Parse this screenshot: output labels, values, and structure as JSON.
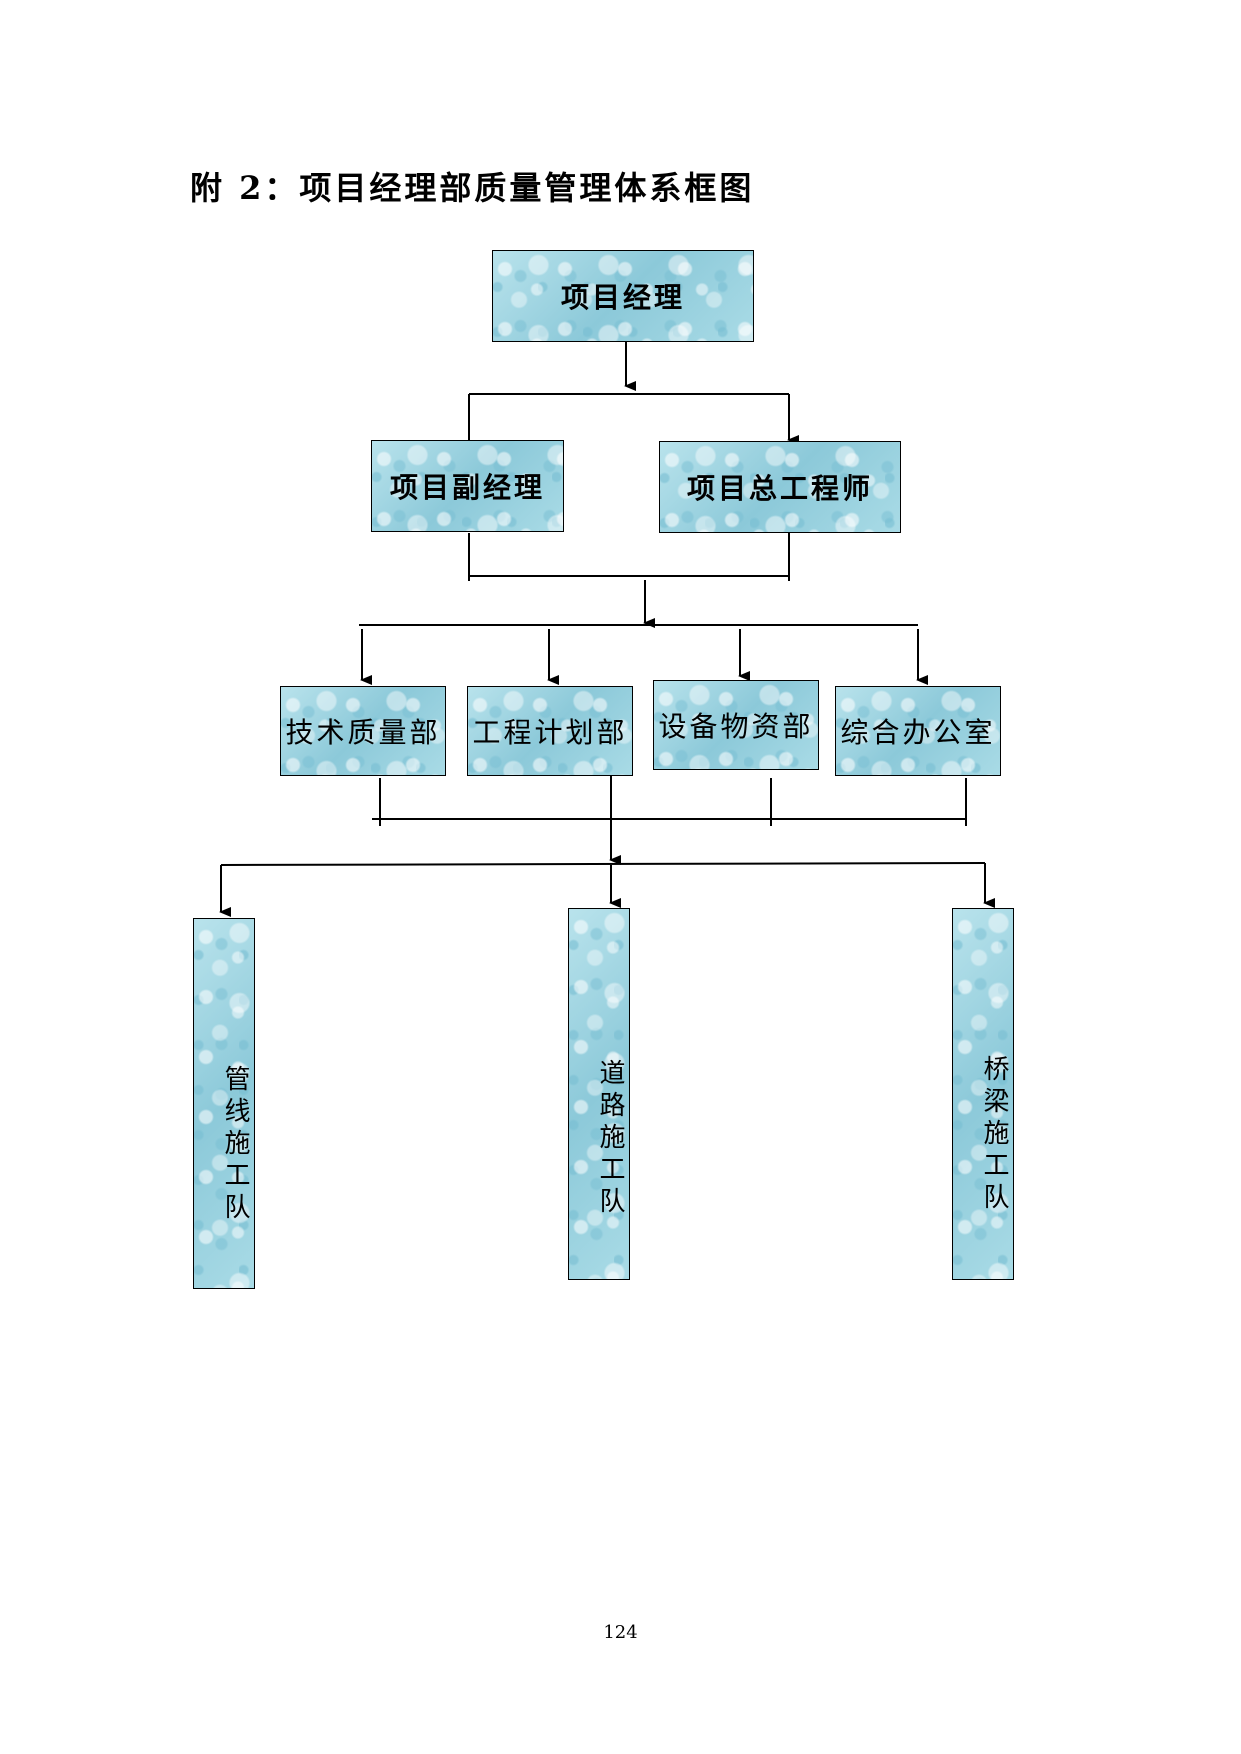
{
  "title": "附 2：项目经理部质量管理体系框图",
  "nodes": {
    "manager": "项目经理",
    "deputy_manager": "项目副经理",
    "chief_engineer": "项目总工程师",
    "dept_tech_quality": "技术质量部",
    "dept_engineering_plan": "工程计划部",
    "dept_equipment": "设备物资部",
    "dept_office": "综合办公室",
    "team_pipeline": "管线施工队",
    "team_road": "道路施工队",
    "team_bridge": "桥梁施工队"
  },
  "page_number": "124"
}
